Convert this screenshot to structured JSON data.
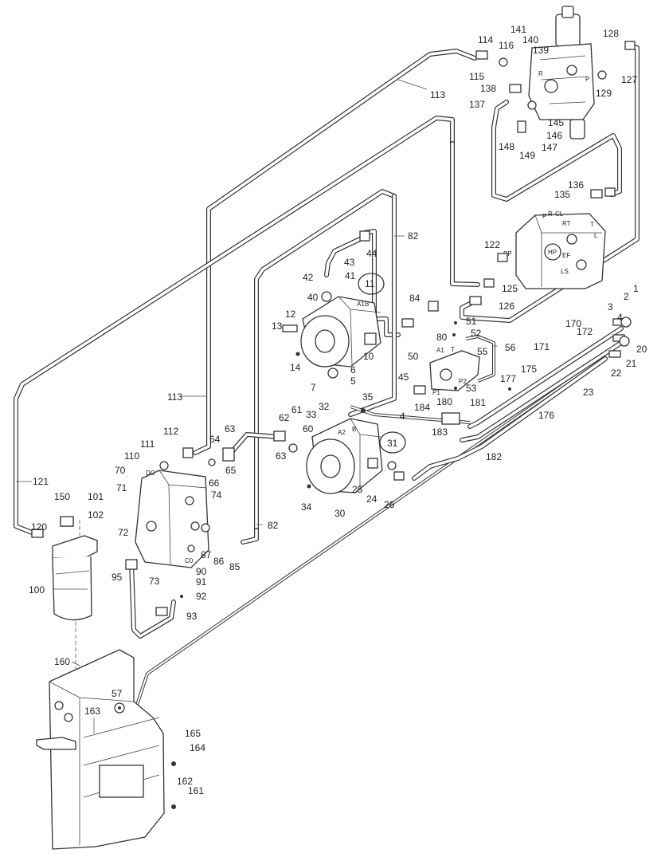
{
  "parts": [
    {
      "id": "p1",
      "label": "1"
    },
    {
      "id": "p2",
      "label": "2"
    },
    {
      "id": "p3",
      "label": "3"
    },
    {
      "id": "p4",
      "label": "4"
    },
    {
      "id": "p4b",
      "label": "4"
    },
    {
      "id": "p5",
      "label": "5"
    },
    {
      "id": "p6",
      "label": "6"
    },
    {
      "id": "p7",
      "label": "7"
    },
    {
      "id": "p10",
      "label": "10"
    },
    {
      "id": "p11",
      "label": "11"
    },
    {
      "id": "p12",
      "label": "12"
    },
    {
      "id": "p13",
      "label": "13"
    },
    {
      "id": "p14",
      "label": "14"
    },
    {
      "id": "p20",
      "label": "20"
    },
    {
      "id": "p21",
      "label": "21"
    },
    {
      "id": "p22",
      "label": "22"
    },
    {
      "id": "p23",
      "label": "23"
    },
    {
      "id": "p24",
      "label": "24"
    },
    {
      "id": "p25",
      "label": "25"
    },
    {
      "id": "p26",
      "label": "26"
    },
    {
      "id": "p30",
      "label": "30"
    },
    {
      "id": "p31",
      "label": "31"
    },
    {
      "id": "p32",
      "label": "32"
    },
    {
      "id": "p33",
      "label": "33"
    },
    {
      "id": "p34",
      "label": "34"
    },
    {
      "id": "p35",
      "label": "35"
    },
    {
      "id": "p40",
      "label": "40"
    },
    {
      "id": "p41",
      "label": "41"
    },
    {
      "id": "p42",
      "label": "42"
    },
    {
      "id": "p43",
      "label": "43"
    },
    {
      "id": "p44",
      "label": "44"
    },
    {
      "id": "p45",
      "label": "45"
    },
    {
      "id": "p50",
      "label": "50"
    },
    {
      "id": "p51",
      "label": "51"
    },
    {
      "id": "p52",
      "label": "52"
    },
    {
      "id": "p53",
      "label": "53"
    },
    {
      "id": "p55",
      "label": "55"
    },
    {
      "id": "p56",
      "label": "56"
    },
    {
      "id": "p57",
      "label": "57"
    },
    {
      "id": "p60",
      "label": "60"
    },
    {
      "id": "p61",
      "label": "61"
    },
    {
      "id": "p62",
      "label": "62"
    },
    {
      "id": "p63a",
      "label": "63"
    },
    {
      "id": "p63b",
      "label": "63"
    },
    {
      "id": "p64",
      "label": "64"
    },
    {
      "id": "p65",
      "label": "65"
    },
    {
      "id": "p66",
      "label": "66"
    },
    {
      "id": "p70",
      "label": "70"
    },
    {
      "id": "p71",
      "label": "71"
    },
    {
      "id": "p72",
      "label": "72"
    },
    {
      "id": "p73",
      "label": "73"
    },
    {
      "id": "p74",
      "label": "74"
    },
    {
      "id": "p80",
      "label": "80"
    },
    {
      "id": "p82a",
      "label": "82"
    },
    {
      "id": "p82b",
      "label": "82"
    },
    {
      "id": "p84",
      "label": "84"
    },
    {
      "id": "p85",
      "label": "85"
    },
    {
      "id": "p86",
      "label": "86"
    },
    {
      "id": "p87",
      "label": "87"
    },
    {
      "id": "p90",
      "label": "90"
    },
    {
      "id": "p91",
      "label": "91"
    },
    {
      "id": "p92",
      "label": "92"
    },
    {
      "id": "p93",
      "label": "93"
    },
    {
      "id": "p95",
      "label": "95"
    },
    {
      "id": "p100",
      "label": "100"
    },
    {
      "id": "p101",
      "label": "101"
    },
    {
      "id": "p102",
      "label": "102"
    },
    {
      "id": "p110",
      "label": "110"
    },
    {
      "id": "p111",
      "label": "111"
    },
    {
      "id": "p112",
      "label": "112"
    },
    {
      "id": "p113a",
      "label": "113"
    },
    {
      "id": "p113b",
      "label": "113"
    },
    {
      "id": "p114",
      "label": "114"
    },
    {
      "id": "p115",
      "label": "115"
    },
    {
      "id": "p116",
      "label": "116"
    },
    {
      "id": "p120",
      "label": "120"
    },
    {
      "id": "p121",
      "label": "121"
    },
    {
      "id": "p122",
      "label": "122"
    },
    {
      "id": "p125",
      "label": "125"
    },
    {
      "id": "p126",
      "label": "126"
    },
    {
      "id": "p127",
      "label": "127"
    },
    {
      "id": "p128",
      "label": "128"
    },
    {
      "id": "p129",
      "label": "129"
    },
    {
      "id": "p135",
      "label": "135"
    },
    {
      "id": "p136",
      "label": "136"
    },
    {
      "id": "p137",
      "label": "137"
    },
    {
      "id": "p138",
      "label": "138"
    },
    {
      "id": "p139",
      "label": "139"
    },
    {
      "id": "p140",
      "label": "140"
    },
    {
      "id": "p141",
      "label": "141"
    },
    {
      "id": "p145",
      "label": "145"
    },
    {
      "id": "p146",
      "label": "146"
    },
    {
      "id": "p147",
      "label": "147"
    },
    {
      "id": "p148",
      "label": "148"
    },
    {
      "id": "p149",
      "label": "149"
    },
    {
      "id": "p150",
      "label": "150"
    },
    {
      "id": "p160",
      "label": "160"
    },
    {
      "id": "p161",
      "label": "161"
    },
    {
      "id": "p162",
      "label": "162"
    },
    {
      "id": "p163",
      "label": "163"
    },
    {
      "id": "p164",
      "label": "164"
    },
    {
      "id": "p165",
      "label": "165"
    },
    {
      "id": "p170",
      "label": "170"
    },
    {
      "id": "p171",
      "label": "171"
    },
    {
      "id": "p172",
      "label": "172"
    },
    {
      "id": "p175",
      "label": "175"
    },
    {
      "id": "p176",
      "label": "176"
    },
    {
      "id": "p177",
      "label": "177"
    },
    {
      "id": "p180",
      "label": "180"
    },
    {
      "id": "p181",
      "label": "181"
    },
    {
      "id": "p182",
      "label": "182"
    },
    {
      "id": "p183",
      "label": "183"
    },
    {
      "id": "p184",
      "label": "184"
    }
  ],
  "port_markings": {
    "valve_r": "R",
    "valve_p": "P",
    "block_p": "P",
    "block_r": "R",
    "block_cl": "CL",
    "block_rt": "RT",
    "block_t": "T",
    "block_l": "L",
    "block_hp": "HP",
    "block_ef": "EF",
    "block_ls": "LS",
    "block_pp": "PP",
    "pump1_a1": "A1",
    "pump1_b": "B",
    "pump2_a2": "A2",
    "pump2_b": "B",
    "swivel_a1": "A1",
    "swivel_t": "T",
    "swivel_p1": "P1",
    "swivel_p2": "P2",
    "manifold_dc": "DC",
    "manifold_c0": "C0"
  },
  "colors": {
    "line": "#333333",
    "background": "#ffffff"
  }
}
